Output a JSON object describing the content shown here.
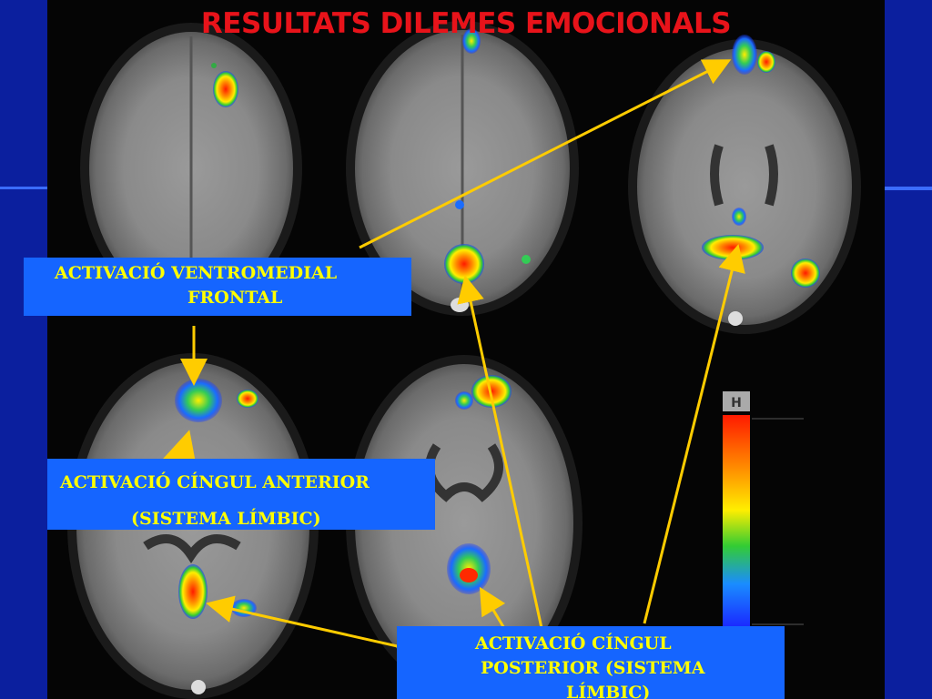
{
  "slide": {
    "title": "RESULTATS DILEMES EMOCIONALS",
    "title_color": "#e8131a",
    "accent_text_color": "#ffff00",
    "label_box_color": "#1565ff",
    "background_color": "#0a1a8c"
  },
  "labels": {
    "ventromedial": {
      "line1": "ACTIVACIÓ VENTROMEDIAL",
      "line2": "FRONTAL"
    },
    "cingul_anterior": {
      "line1": "ACTIVACIÓ CÍNGUL ANTERIOR",
      "line2": "(SISTEMA LÍMBIC)"
    },
    "cingul_posterior": {
      "line1": "ACTIVACIÓ CÍNGUL",
      "line2": "POSTERIOR  (SISTEMA",
      "line3": "LÍMBIC)"
    }
  },
  "colorbar": {
    "letter": "H"
  },
  "arrow_color": "#ffcc00"
}
